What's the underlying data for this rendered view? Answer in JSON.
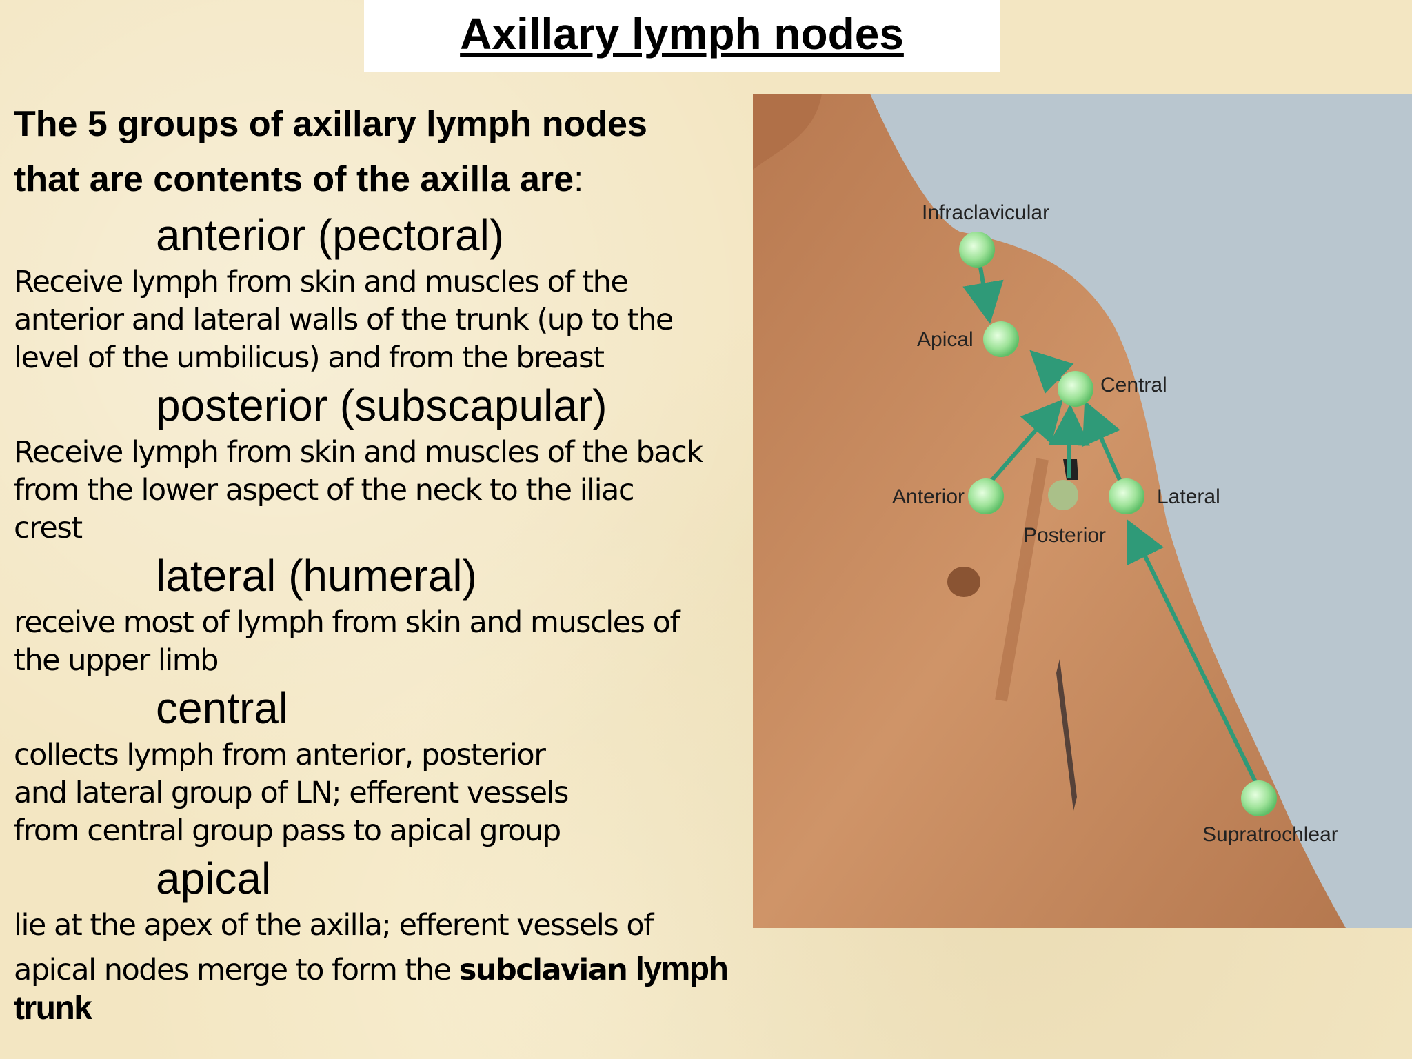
{
  "title": "Axillary lymph nodes",
  "intro": {
    "line1": "The 5 groups of axillary lymph nodes",
    "line2": "that are contents of the axilla are",
    "colon": ":"
  },
  "groups": [
    {
      "heading": "anterior (pectoral)",
      "desc": [
        "Receive lymph from skin and muscles of the",
        "anterior and lateral walls of the trunk (up to the",
        "level of the umbilicus) and from the breast"
      ]
    },
    {
      "heading": "posterior (subscapular)",
      "desc": [
        "Receive lymph from skin and muscles of the back",
        "from the lower aspect of the neck to the iliac",
        "crest"
      ]
    },
    {
      "heading": "lateral (humeral)",
      "desc": [
        "receive most of lymph from skin and muscles of",
        "the upper limb"
      ]
    },
    {
      "heading": "central",
      "desc": [
        "collects lymph from anterior, posterior",
        "and lateral group of LN; efferent vessels",
        "from central group  pass to apical group"
      ]
    },
    {
      "heading": "apical",
      "desc": [
        "lie at the apex of the axilla; efferent  vessels of"
      ],
      "desc_last_prefix": "apical nodes merge to form the ",
      "desc_bold1": "subclavian",
      "desc_bold2": "lymph",
      "desc_bold3": "trunk"
    }
  ],
  "figure": {
    "labels": {
      "infraclavicular": "Infraclavicular",
      "apical": "Apical",
      "central": "Central",
      "anterior": "Anterior",
      "posterior": "Posterior",
      "lateral": "Lateral",
      "supratrochlear": "Supratrochlear"
    },
    "colors": {
      "skin": "#c98a5e",
      "background": "#b9c6cf",
      "node": "#9fe39a",
      "arrow": "#2f9a78"
    }
  }
}
